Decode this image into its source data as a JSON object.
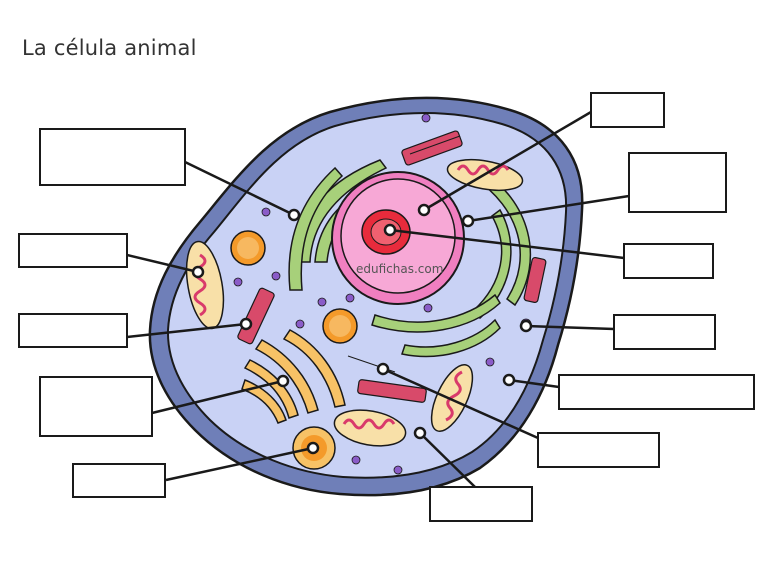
{
  "title": "La célula animal",
  "watermark": "edufichas.com",
  "colors": {
    "membrane": "#6f7fb8",
    "cytoplasm": "#c9d2f5",
    "nucleus": "#f07fc0",
    "nucleus_inner": "#f7a8d6",
    "nucleolus": "#e82b3c",
    "er": "#a7d07a",
    "golgi": "#f7c266",
    "mitochondria": "#f8e0a8",
    "mito_cristae": "#d93a6b",
    "centriole": "#d84a6a",
    "vesicle": "#f49a2a",
    "dots": "#8a5cc8"
  },
  "label_boxes": [
    {
      "id": "label-box-1",
      "text": ""
    },
    {
      "id": "label-box-2",
      "text": ""
    },
    {
      "id": "label-box-3",
      "text": ""
    },
    {
      "id": "label-box-4",
      "text": ""
    },
    {
      "id": "label-box-5",
      "text": ""
    },
    {
      "id": "label-box-6",
      "text": ""
    },
    {
      "id": "label-box-7",
      "text": ""
    },
    {
      "id": "label-box-8",
      "text": ""
    },
    {
      "id": "label-box-9",
      "text": ""
    },
    {
      "id": "label-box-10",
      "text": ""
    },
    {
      "id": "label-box-11",
      "text": ""
    },
    {
      "id": "label-box-12",
      "text": ""
    },
    {
      "id": "label-box-13",
      "text": ""
    }
  ]
}
